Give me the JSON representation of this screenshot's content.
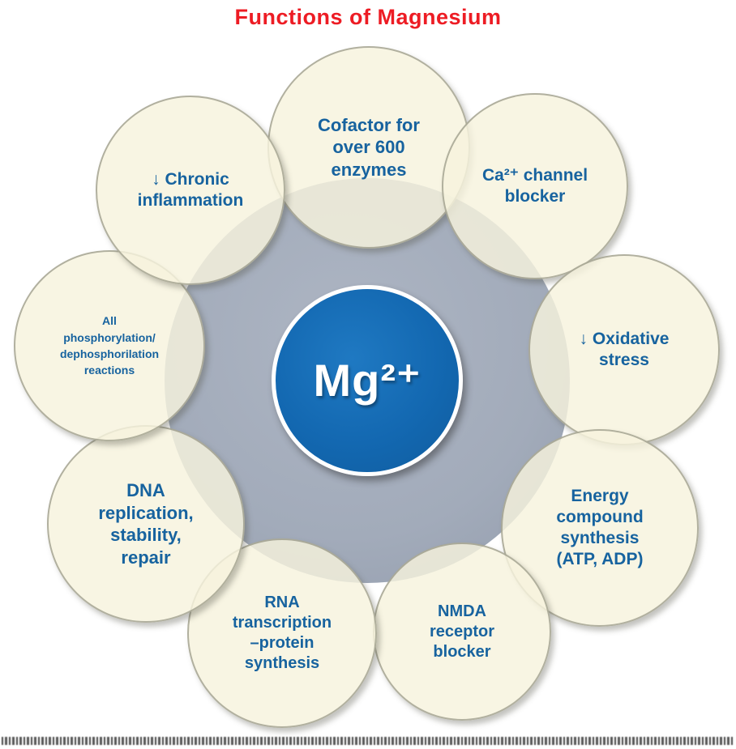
{
  "title": "Functions of Magnesium",
  "center": {
    "label": "Mg²⁺"
  },
  "nodes": {
    "cofactor": {
      "label": "Cofactor for\nover 600\nenzymes"
    },
    "ca_channel": {
      "label": "Ca²⁺ channel\nblocker"
    },
    "oxidative": {
      "label": "↓ Oxidative\nstress"
    },
    "energy": {
      "label": "Energy\ncompound\nsynthesis\n(ATP, ADP)"
    },
    "nmda": {
      "label": "NMDA\nreceptor\nblocker"
    },
    "rna": {
      "label": "RNA\ntranscription\n–protein\nsynthesis"
    },
    "dna": {
      "label": "DNA\nreplication,\nstability,\nrepair"
    },
    "phospho": {
      "label": "All\nphosphorylation/\ndephosphorilation\nreactions"
    },
    "chronic": {
      "label": "↓ Chronic\ninflammation"
    }
  },
  "colors": {
    "title": "#ed1c24",
    "center_fill": "#1368b1",
    "node_text": "#17639f",
    "ring_fill": "#a2abba"
  }
}
